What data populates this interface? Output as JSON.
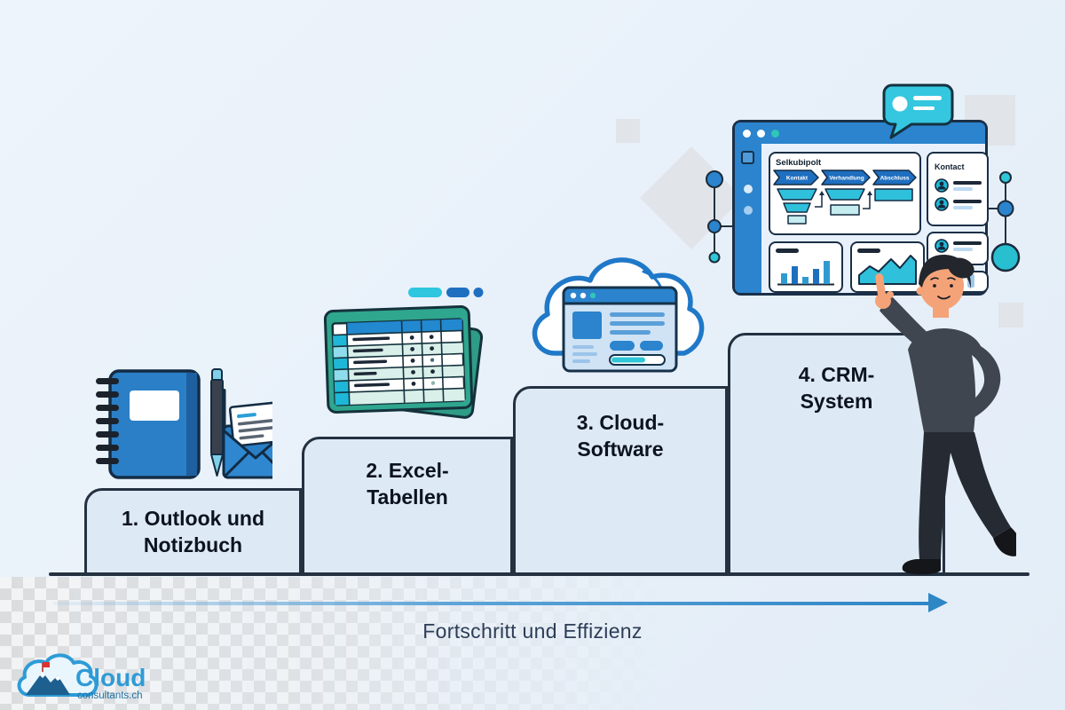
{
  "steps": [
    {
      "label": "1. Outlook und Notizbuch"
    },
    {
      "label": "2. Excel-Tabellen"
    },
    {
      "label": "3. Cloud-Software"
    },
    {
      "label": "4. CRM-System"
    }
  ],
  "axis": {
    "label": "Fortschritt und Effizienz"
  },
  "crm_dashboard": {
    "pipeline_title": "Selkubipolt",
    "stages": [
      "Kontakt",
      "Verhandlung",
      "Abschluss"
    ],
    "contacts_title": "Kontact"
  },
  "logo": {
    "brand": "Cloud",
    "domain": "consultants.ch"
  },
  "colors": {
    "background": "#e9f1fa",
    "step_fill": "#dde9f4",
    "outline_dark": "#243140",
    "primary_blue": "#2b84cd",
    "cyan": "#31c3de",
    "teal_green": "#2fa68e",
    "arrow_blue": "#2e86c5",
    "step_text": "#0c1320",
    "axis_text": "#2d3d58"
  }
}
